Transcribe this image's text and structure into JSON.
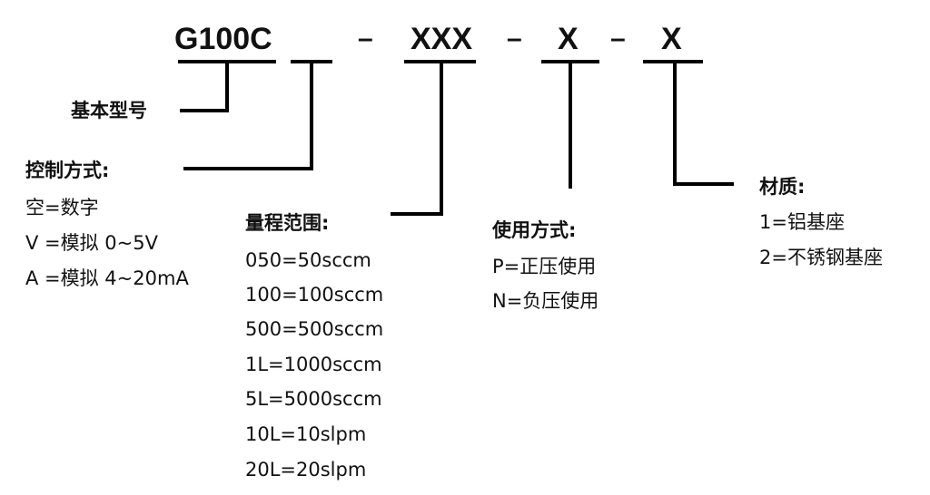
{
  "code": {
    "base": "G100C",
    "dash1": "–",
    "range": "XXX",
    "dash2": "–",
    "usage": "X",
    "dash3": "–",
    "material": "X"
  },
  "base_model": {
    "title": "基本型号"
  },
  "control": {
    "title": "控制方式:",
    "options": [
      "空=数字",
      "V =模拟 0~5V",
      "A =模拟 4~20mA"
    ]
  },
  "range": {
    "title": "量程范围:",
    "options": [
      "050=50sccm",
      "100=100sccm",
      "500=500sccm",
      "1L=1000sccm",
      "5L=5000sccm",
      "10L=10slpm",
      "20L=20slpm"
    ]
  },
  "usage": {
    "title": "使用方式:",
    "options": [
      "P=正压使用",
      "N=负压使用"
    ]
  },
  "material": {
    "title": "材质:",
    "options": [
      "1=铝基座",
      "2=不锈钢基座"
    ]
  }
}
